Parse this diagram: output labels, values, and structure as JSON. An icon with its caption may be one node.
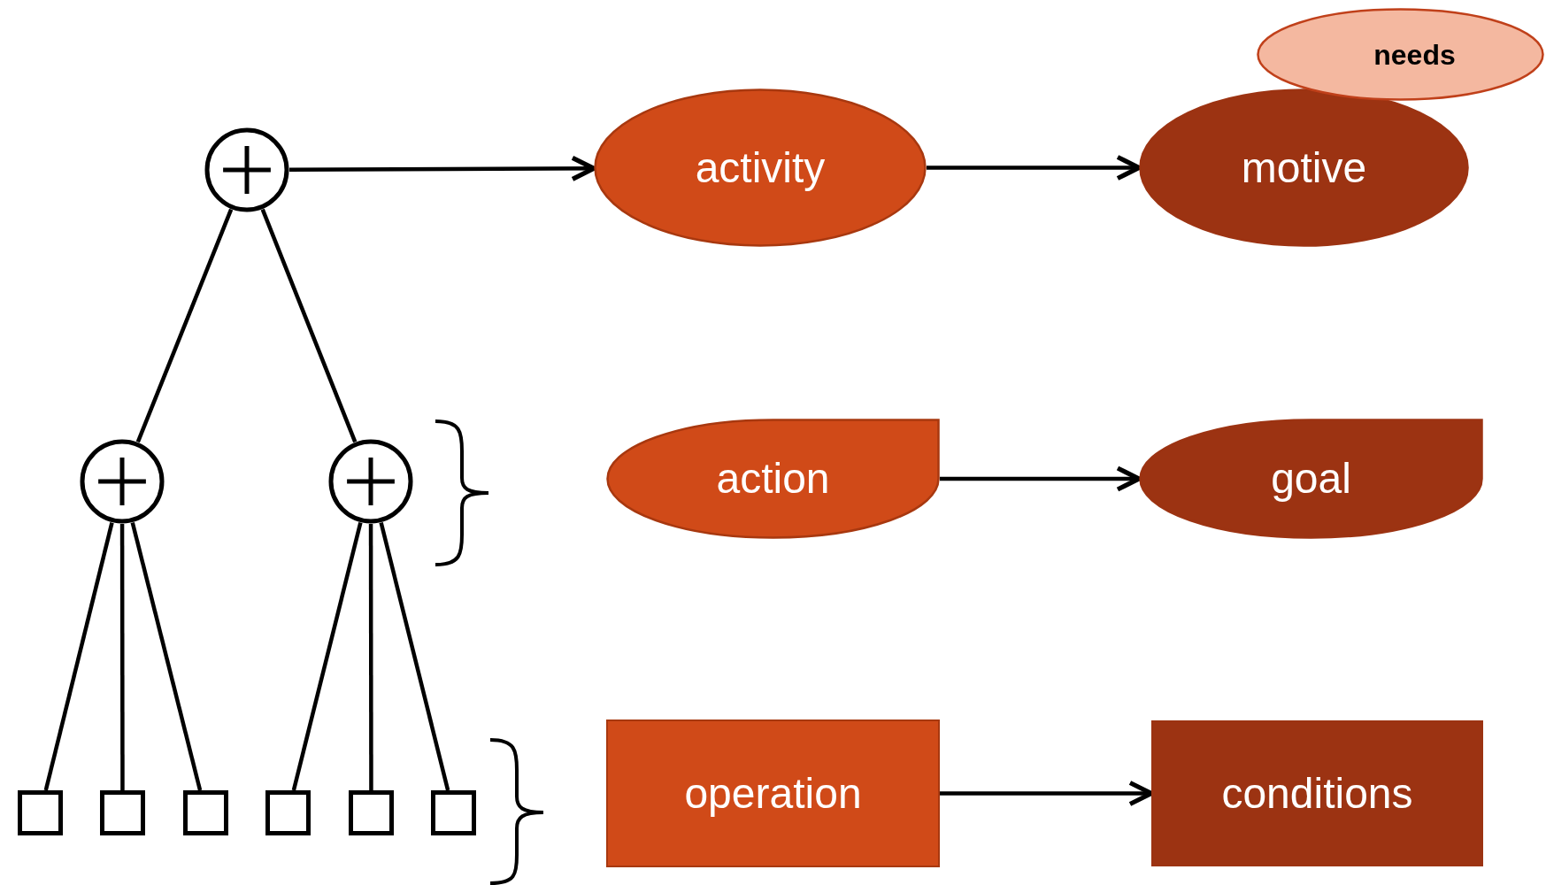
{
  "diagram": {
    "nodes": [
      {
        "text": [],
        "shape": "circle"
      },
      {
        "text": [],
        "shape": "circle"
      },
      {
        "text": [],
        "shape": "circle"
      },
      {
        "text": [],
        "shape": "box"
      },
      {
        "text": [],
        "shape": "box"
      },
      {
        "text": [],
        "shape": "box"
      },
      {
        "text": [],
        "shape": "box"
      },
      {
        "text": [],
        "shape": "box"
      },
      {
        "text": [],
        "shape": "box"
      },
      {
        "text": [
          "activity"
        ]
      },
      {
        "text": [
          "motive"
        ]
      },
      {
        "text": [
          "needs"
        ]
      },
      {
        "text": [
          "action"
        ]
      },
      {
        "text": [
          "goal"
        ]
      },
      {
        "text": [
          "operation"
        ]
      },
      {
        "text": [
          "conditions"
        ]
      }
    ],
    "edges": [
      {
        "from": 0,
        "to": 1,
        "arrow": "none"
      },
      {
        "from": 0,
        "to": 2,
        "arrow": "none"
      },
      {
        "from": 1,
        "to": 3,
        "arrow": "none"
      },
      {
        "from": 1,
        "to": 4,
        "arrow": "none"
      },
      {
        "from": 1,
        "to": 5,
        "arrow": "none"
      },
      {
        "from": 2,
        "to": 6,
        "arrow": "none"
      },
      {
        "from": 2,
        "to": 7,
        "arrow": "none"
      },
      {
        "from": 2,
        "to": 8,
        "arrow": "none"
      },
      {
        "from": 0,
        "to": 9,
        "arrow": "to"
      },
      {
        "from": 9,
        "to": 10,
        "arrow": "to"
      },
      {
        "from": 12,
        "to": 13,
        "arrow": "to"
      },
      {
        "from": 14,
        "to": 15,
        "arrow": "to"
      }
    ]
  }
}
